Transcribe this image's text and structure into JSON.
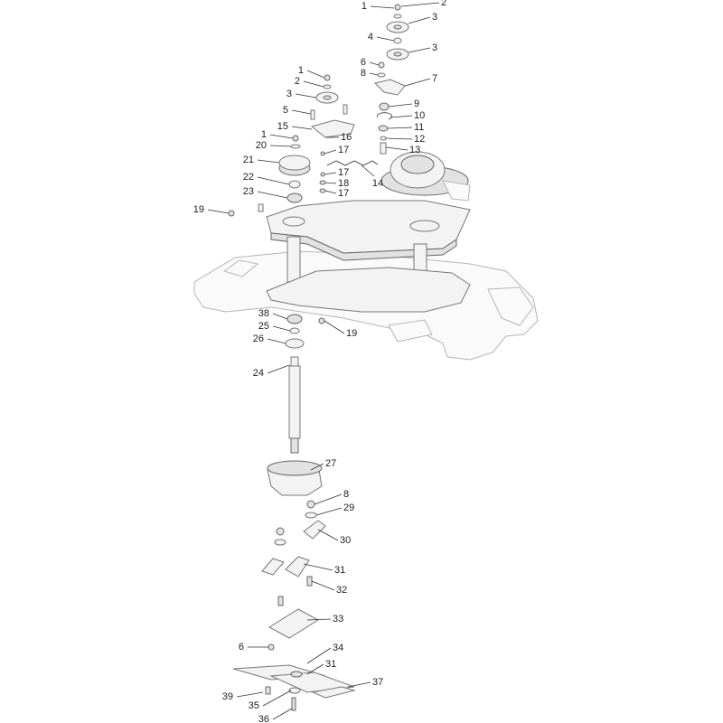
{
  "callouts": [
    "1",
    "2",
    "3",
    "4",
    "3",
    "6",
    "8",
    "7",
    "9",
    "10",
    "11",
    "12",
    "13",
    "1",
    "2",
    "3",
    "5",
    "15",
    "16",
    "1",
    "20",
    "17",
    "21",
    "17",
    "22",
    "18",
    "23",
    "17",
    "14",
    "19",
    "38",
    "25",
    "19",
    "26",
    "24",
    "27",
    "8",
    "29",
    "30",
    "31",
    "32",
    "33",
    "6",
    "34",
    "31",
    "37",
    "39",
    "35",
    "36"
  ]
}
